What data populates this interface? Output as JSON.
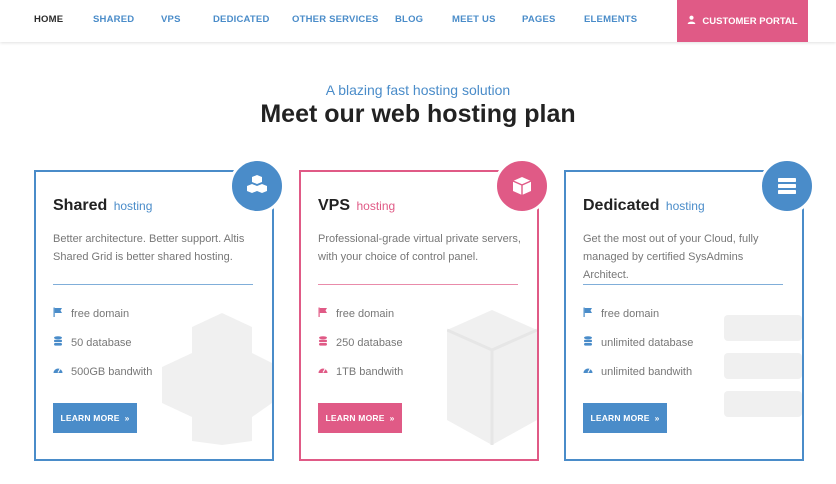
{
  "nav": {
    "items": [
      "HOME",
      "SHARED",
      "VPS",
      "DEDICATED",
      "OTHER SERVICES",
      "BLOG",
      "MEET US",
      "PAGES",
      "ELEMENTS"
    ],
    "portal_label": "CUSTOMER PORTAL"
  },
  "hero": {
    "subtitle": "A blazing fast hosting solution",
    "title": "Meet our web hosting plan"
  },
  "plans": [
    {
      "name": "Shared",
      "type": "hosting",
      "description": "Better architecture. Better support. Altis Shared Grid is better shared hosting.",
      "features": [
        "free domain",
        "50 database",
        "500GB bandwith"
      ],
      "button": "LEARN MORE",
      "icon": "cubes-icon",
      "color": "#4a8cc9"
    },
    {
      "name": "VPS",
      "type": "hosting",
      "description": "Professional-grade virtual private servers, with your choice of control panel.",
      "features": [
        "free domain",
        "250 database",
        "1TB bandwith"
      ],
      "button": "LEARN MORE",
      "icon": "cube-icon",
      "color": "#e05a86"
    },
    {
      "name": "Dedicated",
      "type": "hosting",
      "description": "Get the most out of your Cloud, fully managed by certified SysAdmins Architect.",
      "features": [
        "free domain",
        "unlimited database",
        "unlimited bandwith"
      ],
      "button": "LEARN MORE",
      "icon": "server-icon",
      "color": "#4a8cc9"
    }
  ],
  "colors": {
    "blue": "#4a8cc9",
    "pink": "#e05a86",
    "dark": "#222222",
    "muted": "#777777"
  }
}
